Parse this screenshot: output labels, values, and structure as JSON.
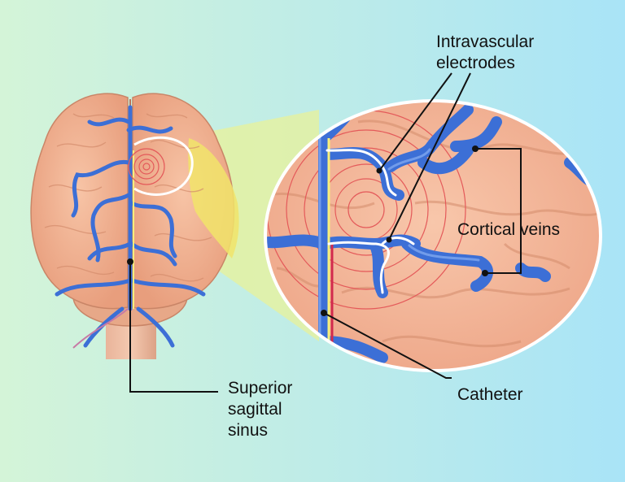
{
  "labels": {
    "intravascular_1": "Intravascular",
    "intravascular_2": "electrodes",
    "cortical_veins": "Cortical veins",
    "catheter": "Catheter",
    "sss_1": "Superior",
    "sss_2": "sagittal",
    "sss_3": "sinus"
  },
  "colors": {
    "background_left": "#d4f4d8",
    "background_right": "#a9e4f7",
    "brain": "#f2b393",
    "brain_shadow": "#d68b6c",
    "vein": "#3c6fd6",
    "highlight_region": "#f3e67a",
    "electrode_ring": "#e45a5a",
    "catheter_red": "#d22a4d",
    "catheter_yellow": "#f6ef7c"
  }
}
